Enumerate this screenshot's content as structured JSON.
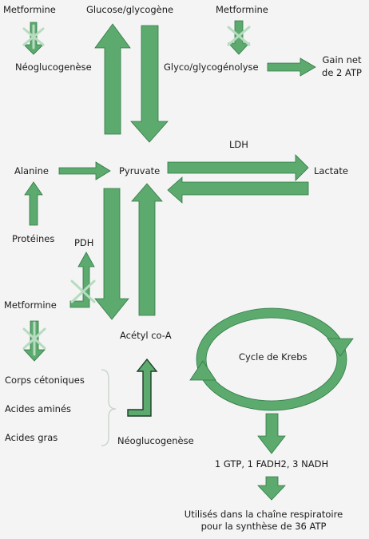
{
  "labels": {
    "metformine_top_left": "Metformine",
    "glucose": "Glucose/glycogène",
    "metformine_top_right": "Metformine",
    "neoglucogenese_top": "Néoglucogenèse",
    "glycolyse": "Glyco/glycogénolyse",
    "gain_net": [
      "Gain net",
      "de 2 ATP"
    ],
    "ldh": "LDH",
    "alanine": "Alanine",
    "pyruvate": "Pyruvate",
    "lactate": "Lactate",
    "proteines": "Protéines",
    "pdh": "PDH",
    "metformine_mid": "Metformine",
    "acetyl_coa": "Acétyl co-A",
    "cycle_krebs": "Cycle de Krebs",
    "corps_cetoniques": "Corps cétoniques",
    "acides_amines": "Acides aminés",
    "acides_gras": "Acides gras",
    "neoglucogenese_bottom": "Néoglucogenèse",
    "krebs_products": "1 GTP, 1 FADH2, 3 NADH",
    "utilises": [
      "Utilisés dans la chaîne respiratoire",
      "pour la synthèse de 36 ATP"
    ]
  },
  "colors": {
    "arrow_fill": "#5daa6f",
    "arrow_stroke": "#2f7a45",
    "inhibition_cross": "#b7dcc0",
    "background": "#f4f4f4"
  }
}
